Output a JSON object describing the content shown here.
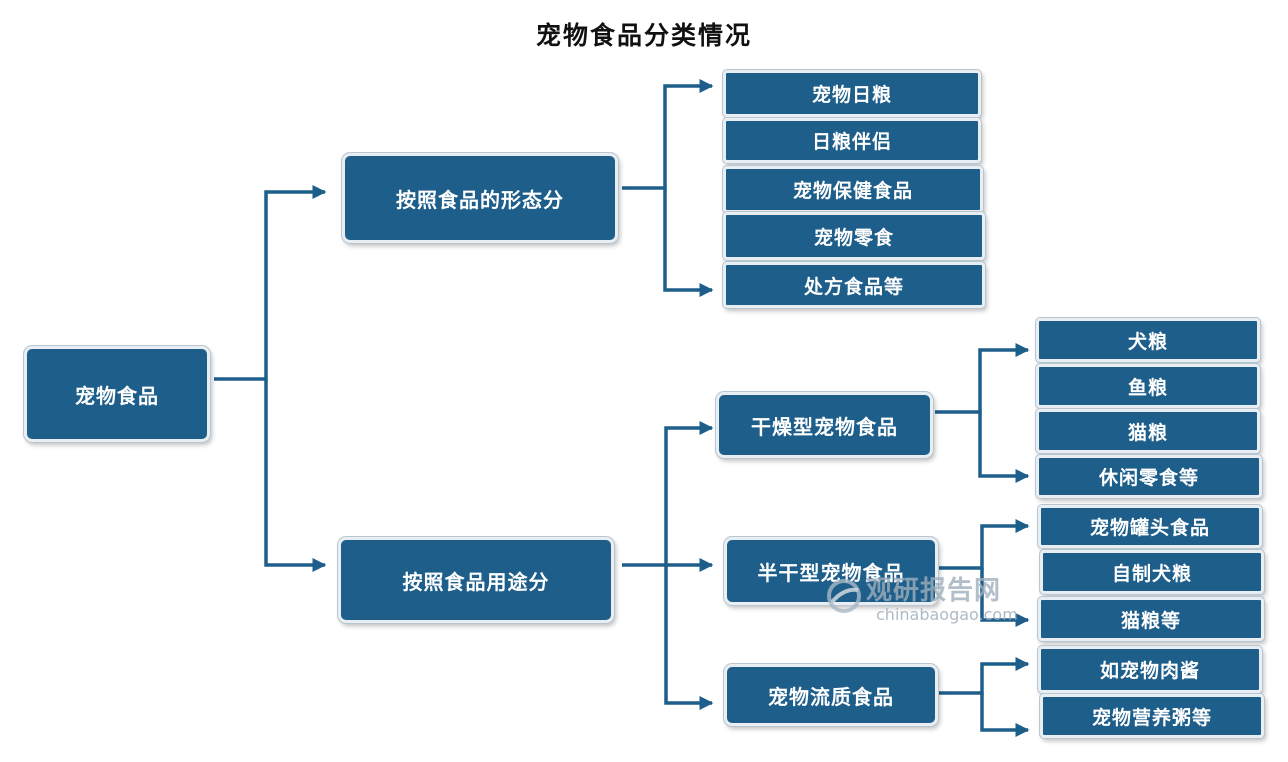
{
  "title": "宠物食品分类情况",
  "root": "宠物食品",
  "branches": {
    "form": {
      "label": "按照食品的形态分",
      "items": [
        "宠物日粮",
        "日粮伴侣",
        "宠物保健食品",
        "宠物零食",
        "处方食品等"
      ]
    },
    "use": {
      "label": "按照食品用途分",
      "groups": {
        "dry": {
          "label": "干燥型宠物食品",
          "items": [
            "犬粮",
            "鱼粮",
            "猫粮",
            "休闲零食等"
          ]
        },
        "semi": {
          "label": "半干型宠物食品",
          "items": [
            "宠物罐头食品",
            "自制犬粮",
            "猫粮等"
          ]
        },
        "liquid": {
          "label": "宠物流质食品",
          "items": [
            "如宠物肉酱",
            "宠物营养粥等"
          ]
        }
      }
    }
  },
  "watermark": {
    "name": "观研报告网",
    "url": "chinabaogao.com"
  },
  "colors": {
    "box": "#1e5e8a",
    "line": "#1e5e8a",
    "text": "#ffffff"
  }
}
